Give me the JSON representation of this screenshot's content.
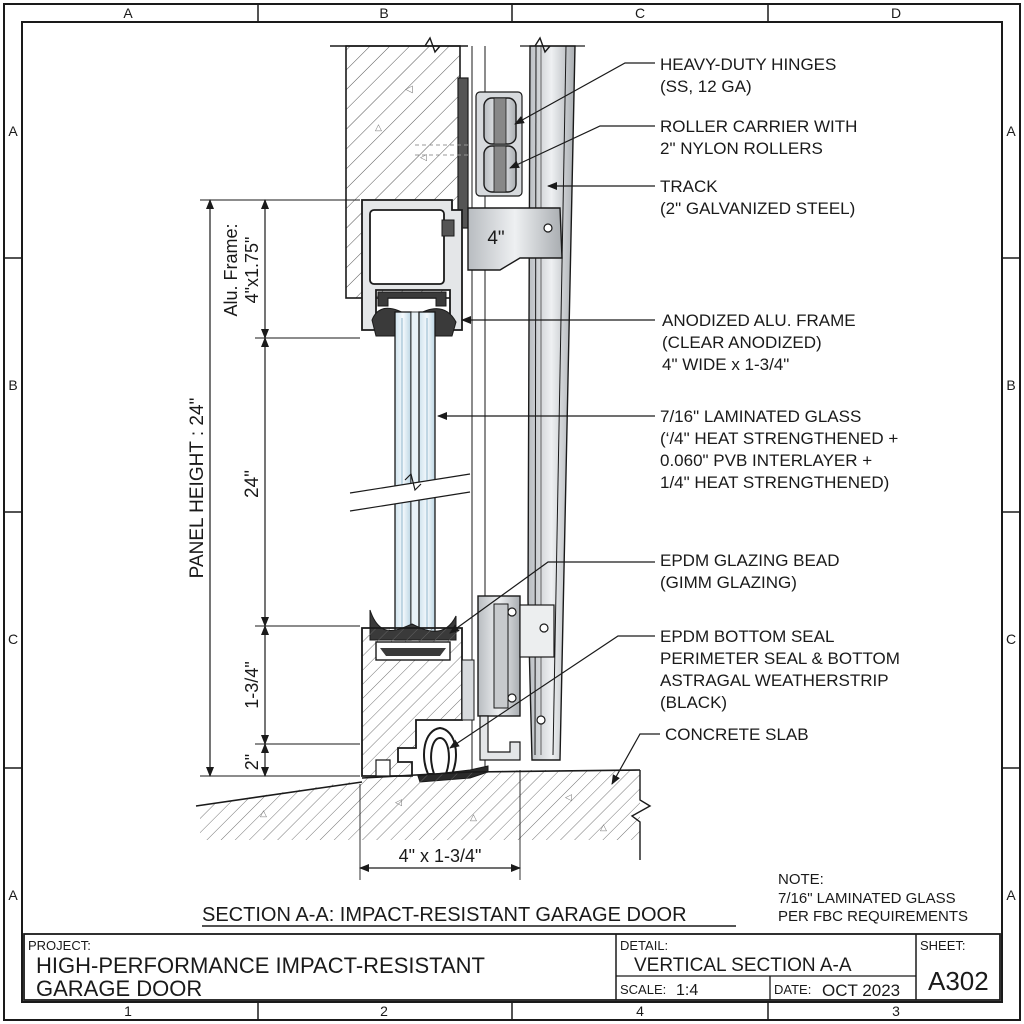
{
  "grid": {
    "top_letters": [
      "A",
      "B",
      "C",
      "D"
    ],
    "bottom_numbers": [
      "1",
      "2",
      "4",
      "3"
    ],
    "left_letters": [
      "A",
      "B",
      "C",
      "A"
    ],
    "right_letters": [
      "A",
      "B",
      "C",
      "A"
    ]
  },
  "dimensions": {
    "panel_height": "PANEL HEIGHT : 24\"",
    "frame_top_line1": "Alu. Frame:",
    "frame_top_line2": "4\"x1.75\"",
    "glass_height": "24\"",
    "bottom_rail": "1-3/4\"",
    "seal": "2\"",
    "width": "4\" x 1-3/4\"",
    "bracket": "4\""
  },
  "callouts": [
    {
      "line1": "HEAVY-DUTY HINGES",
      "line2": "(SS, 12 GA)"
    },
    {
      "line1": "ROLLER CARRIER WITH",
      "line2": "2\" NYLON ROLLERS"
    },
    {
      "line1": "TRACK",
      "line2": "(2\" GALVANIZED STEEL)"
    },
    {
      "line1": "ANODIZED ALU. FRAME",
      "line2": "(CLEAR ANODIZED)",
      "line3": "4\" WIDE x 1-3/4\""
    },
    {
      "line1": "7/16\" LAMINATED GLASS",
      "line2": "(‘/4\" HEAT STRENGTHENED +",
      "line3": "0.060\" PVB INTERLAYER +",
      "line4": "1/4\" HEAT STRENGTHENED)"
    },
    {
      "line1": "EPDM GLAZING BEAD",
      "line2": "(GIMM GLAZING)"
    },
    {
      "line1": "EPDM BOTTOM SEAL",
      "line2": "PERIMETER SEAL & BOTTOM",
      "line3": "ASTRAGAL WEATHERSTRIP",
      "line4": "(BLACK)"
    },
    {
      "line1": "CONCRETE SLAB"
    }
  ],
  "section_title": "SECTION A-A: IMPACT-RESISTANT GARAGE DOOR",
  "note": {
    "heading": "NOTE:",
    "line1": "7/16\" LAMINATED GLASS",
    "line2": "PER FBC REQUIREMENTS"
  },
  "title_block": {
    "project_label": "PROJECT:",
    "project_line1": "HIGH-PERFORMANCE IMPACT-RESISTANT",
    "project_line2": "GARAGE DOOR",
    "detail_label": "DETAIL:",
    "detail_value": "VERTICAL SECTION A-A",
    "scale_label": "SCALE:",
    "scale_value": "1:4",
    "date_label": "DATE:",
    "date_value": "OCT 2023",
    "sheet_label": "SHEET:",
    "sheet_value": "A302"
  }
}
